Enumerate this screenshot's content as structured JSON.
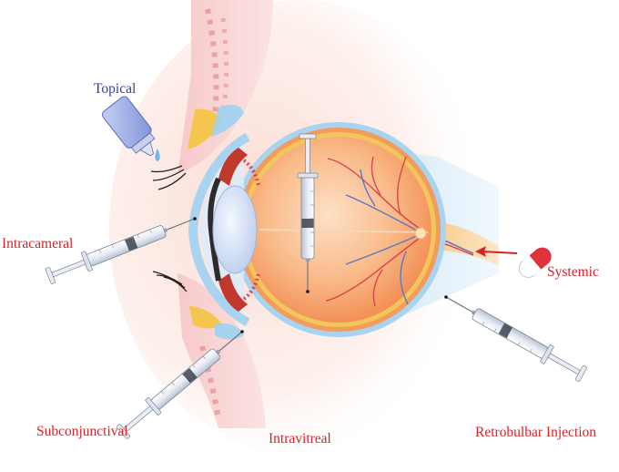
{
  "labels": {
    "topical": "Topical",
    "intracameral": "Intracameral",
    "subconjunctival": "Subconjunctival",
    "intravitreal": "Intravitreal",
    "retrobulbar": "Retrobulbar Injection",
    "systemic": "Systemic"
  },
  "colors": {
    "label_red": "#d4232a",
    "label_blue": "#2b3f9e",
    "sclera": "#8fc6ea",
    "eyeball": "#f6a46a",
    "lens": "#d9e6f7",
    "vessel_red": "#d9444e",
    "vessel_blue": "#5a78c8",
    "eyelid_pink": "#f7c3c3",
    "syringe_barrel": "#eef1f6",
    "bottle": "#9fb1e8",
    "pill_red": "#e0323c"
  },
  "icons": [
    "dropper-bottle-icon",
    "syringe-icon",
    "pill-capsule-icon"
  ]
}
